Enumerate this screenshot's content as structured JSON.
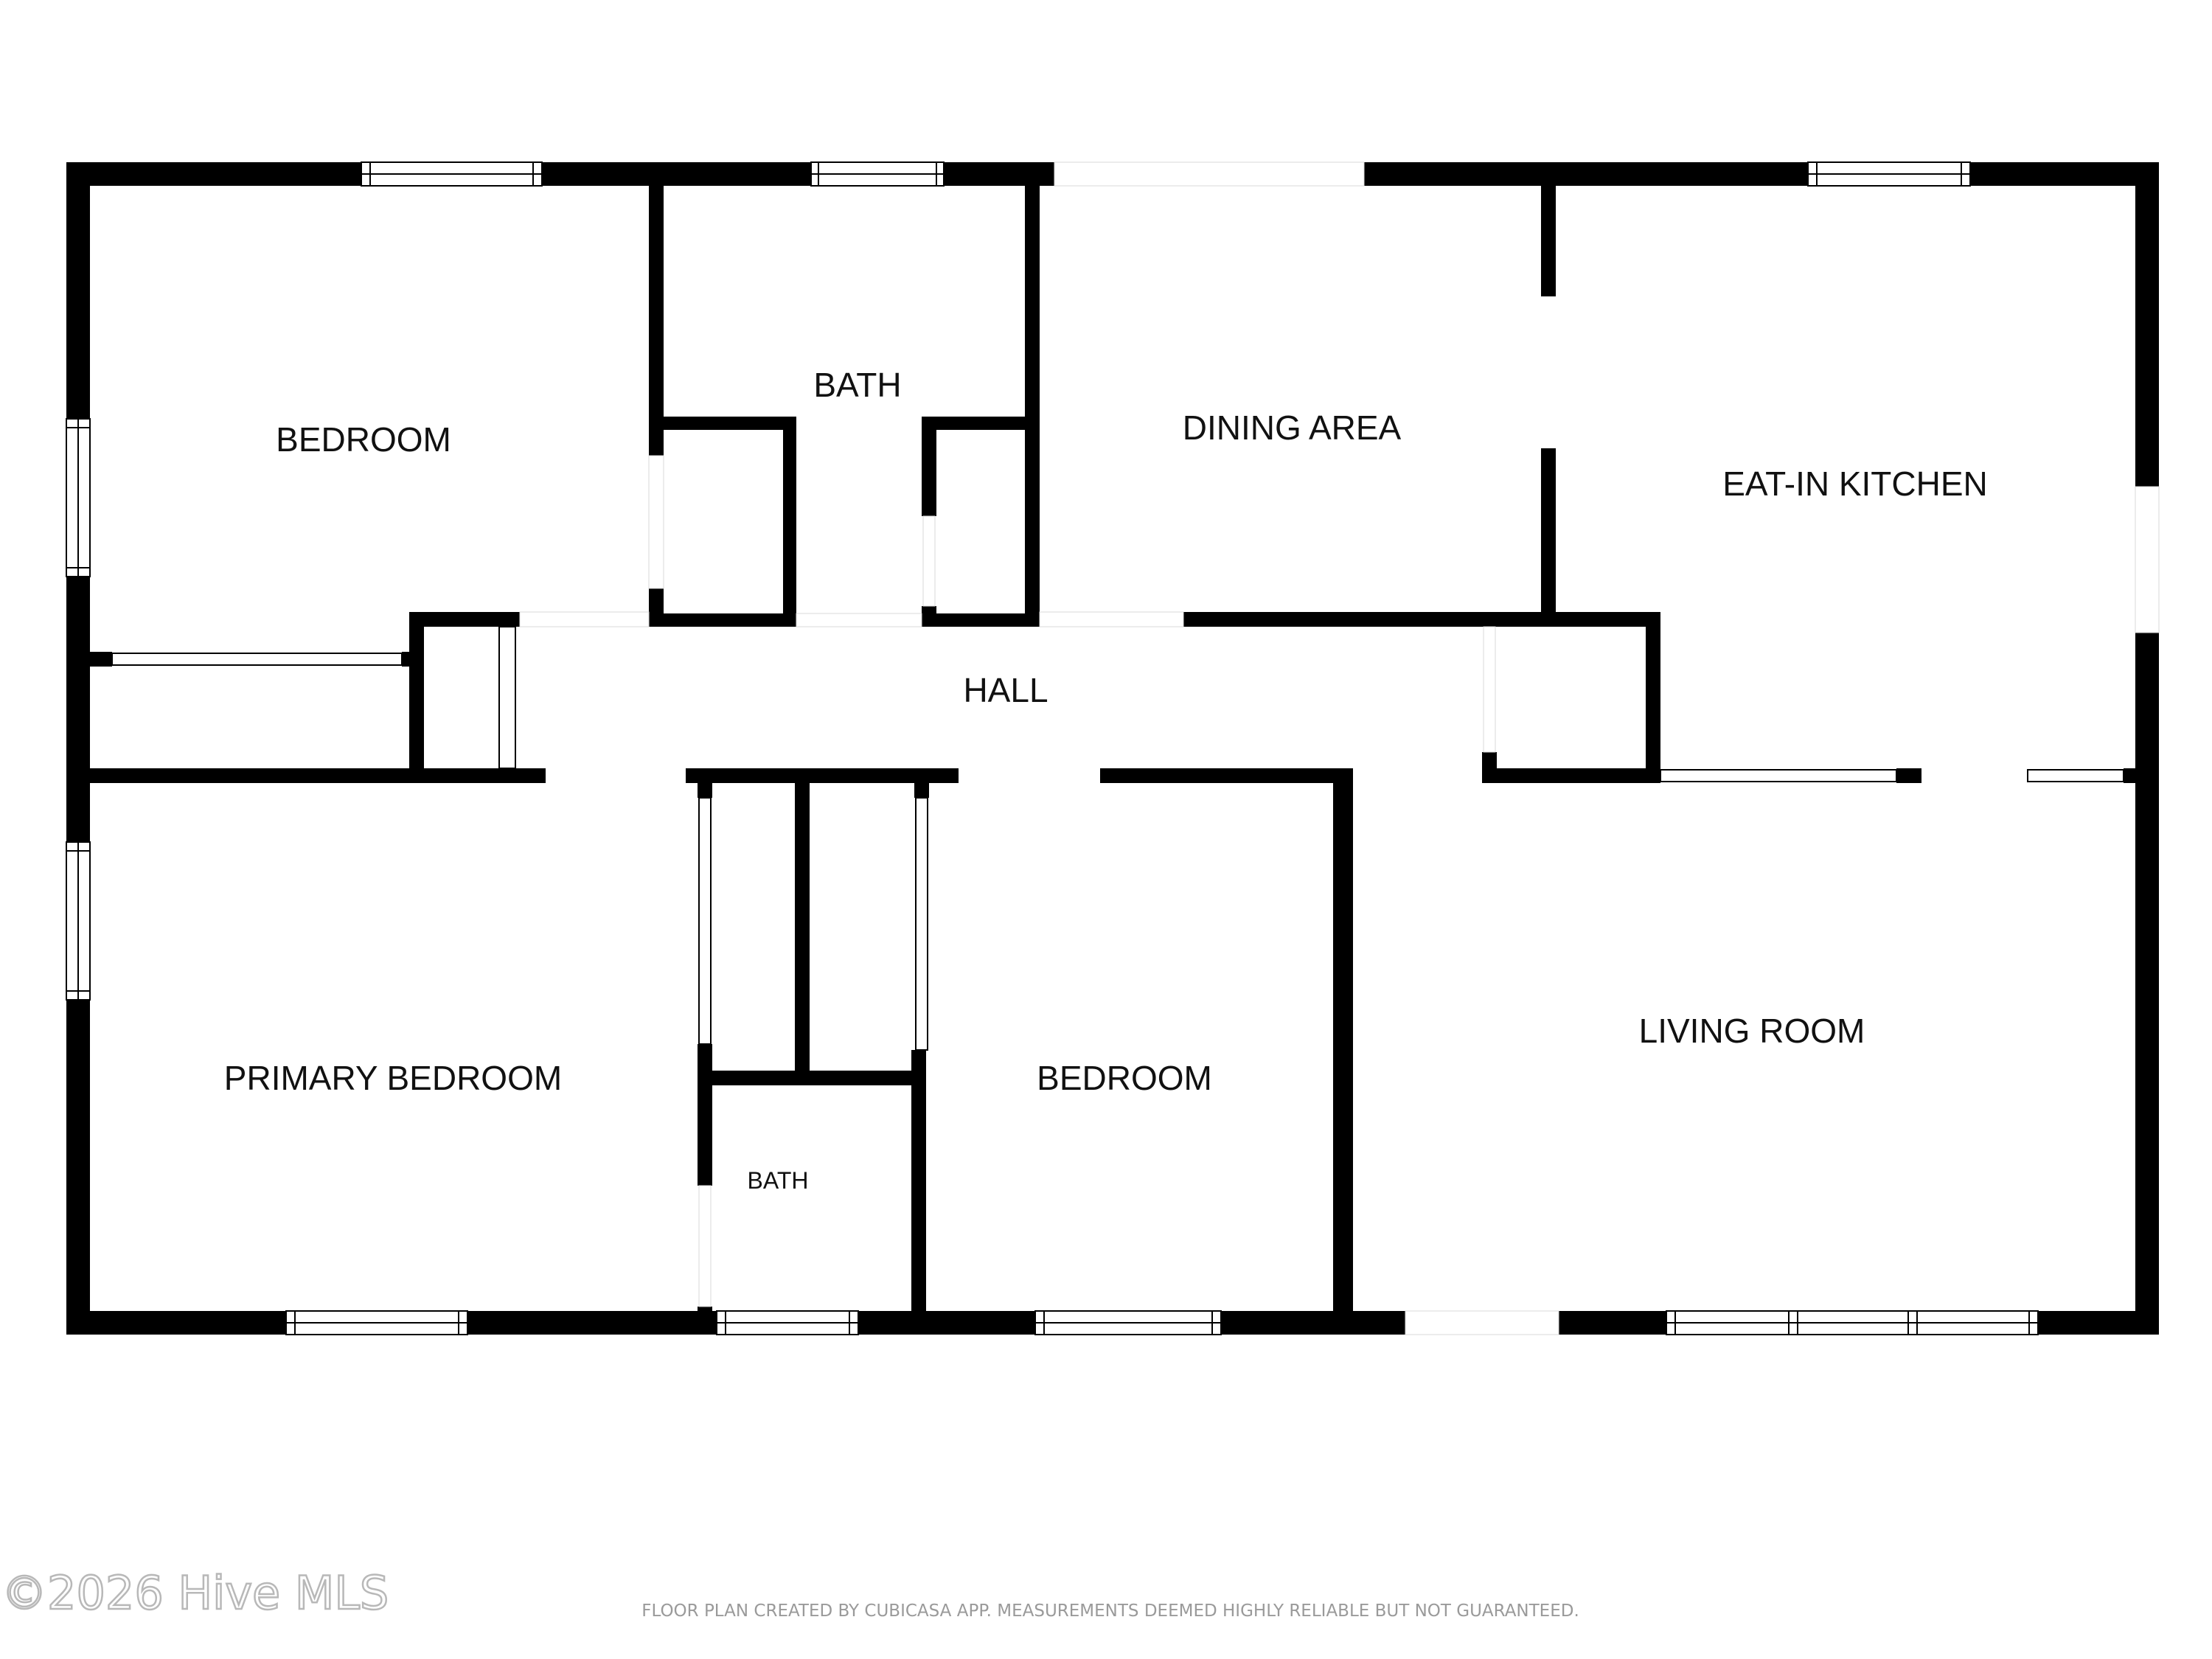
{
  "colors": {
    "wall": "#000000",
    "background": "#ffffff",
    "footer_text": "#9a9a9a",
    "watermark": "#b8b8b8"
  },
  "rooms": {
    "bedroom_nw": "BEDROOM",
    "bath_north": "BATH",
    "dining_area": "DINING AREA",
    "eat_in_kitchen": "EAT-IN KITCHEN",
    "hall": "HALL",
    "primary_bedroom": "PRIMARY BEDROOM",
    "bath_south": "BATH",
    "bedroom_south": "BEDROOM",
    "living_room": "LIVING ROOM"
  },
  "footer": {
    "note": "FLOOR PLAN CREATED BY CUBICASA APP. MEASUREMENTS DEEMED HIGHLY RELIABLE BUT NOT GUARANTEED.",
    "watermark": "©2026 Hive MLS"
  }
}
